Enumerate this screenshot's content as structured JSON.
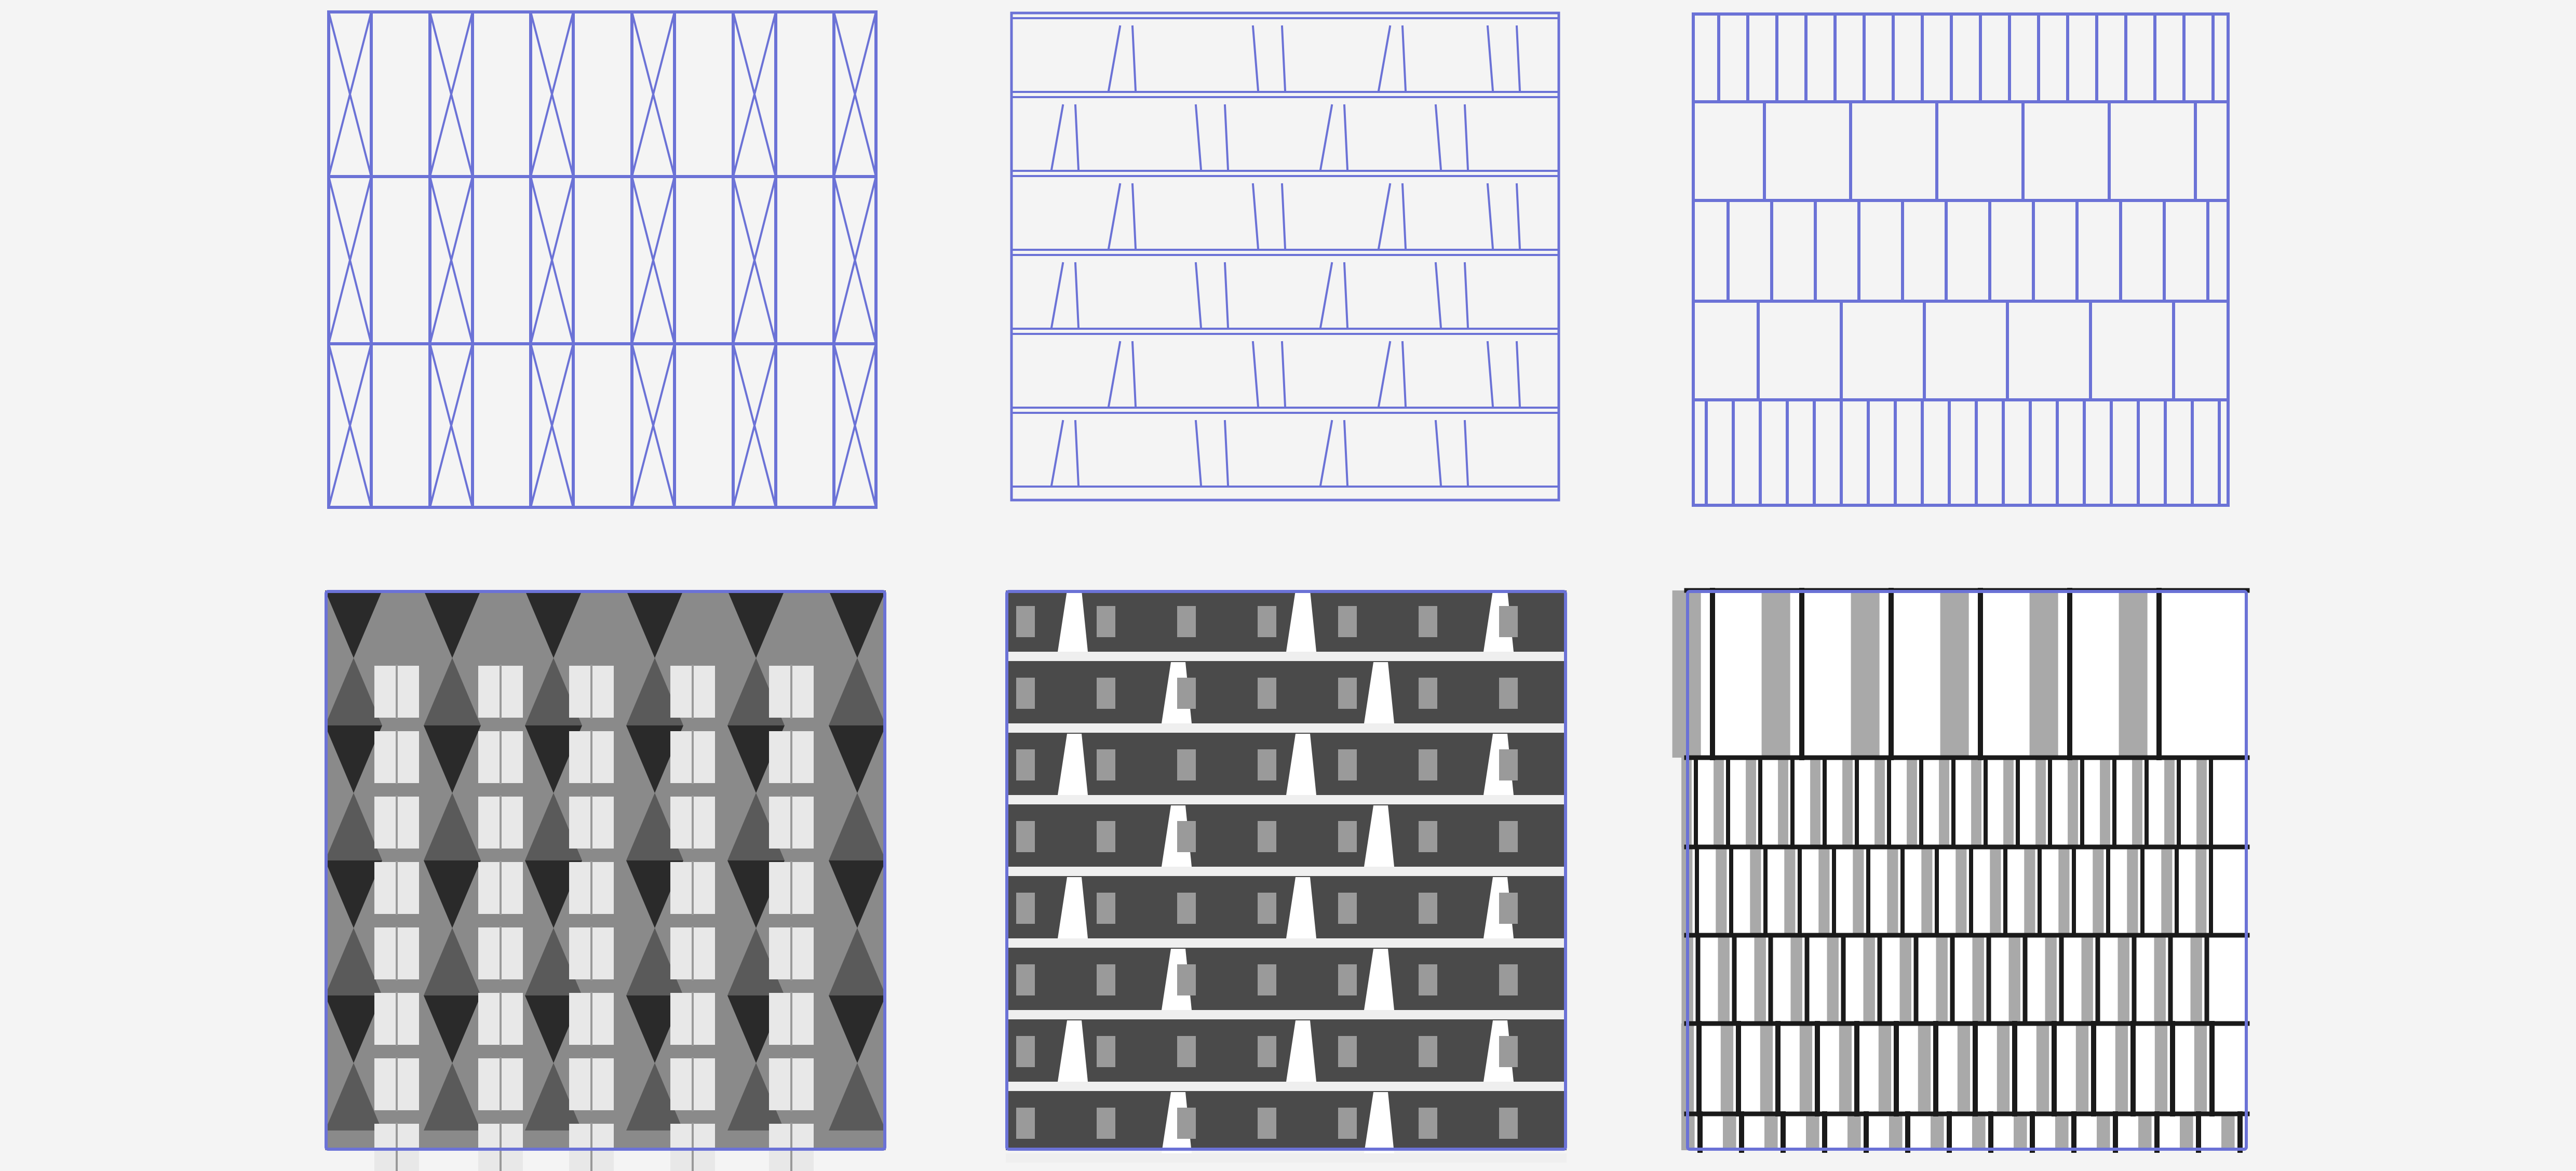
{
  "colors": {
    "background": "#f4f4f4",
    "diagram_line": "#6b72d6",
    "photo_frame": "#6b72d6",
    "render_line": "#1a1a1a",
    "render_shadow": "#a9a9a9",
    "photo_dark": "#2a2a2a",
    "photo_mid": "#8a8a8a",
    "photo_light": "#e8e8e8"
  },
  "panels": [
    {
      "id": "diagram-diagonal-bays",
      "kind": "line-diagram",
      "pattern": "vertical-bays-with-x-bracing"
    },
    {
      "id": "diagram-offset-trapezoids",
      "kind": "line-diagram",
      "pattern": "horizontal-bands-with-alternating-trapezoid-fins"
    },
    {
      "id": "diagram-shifting-grid",
      "kind": "line-diagram",
      "pattern": "rows-of-alternating-narrow-and-wide-bays"
    },
    {
      "id": "photo-diagonal-facade",
      "kind": "photo-like",
      "pattern": "faceted-pilasters-with-window-columns"
    },
    {
      "id": "photo-trapezoid-facade",
      "kind": "photo-like",
      "pattern": "slab-edges-with-white-trapezoid-fins"
    },
    {
      "id": "render-shifting-grid",
      "kind": "render",
      "pattern": "black-mullions-with-grey-shadows"
    }
  ]
}
